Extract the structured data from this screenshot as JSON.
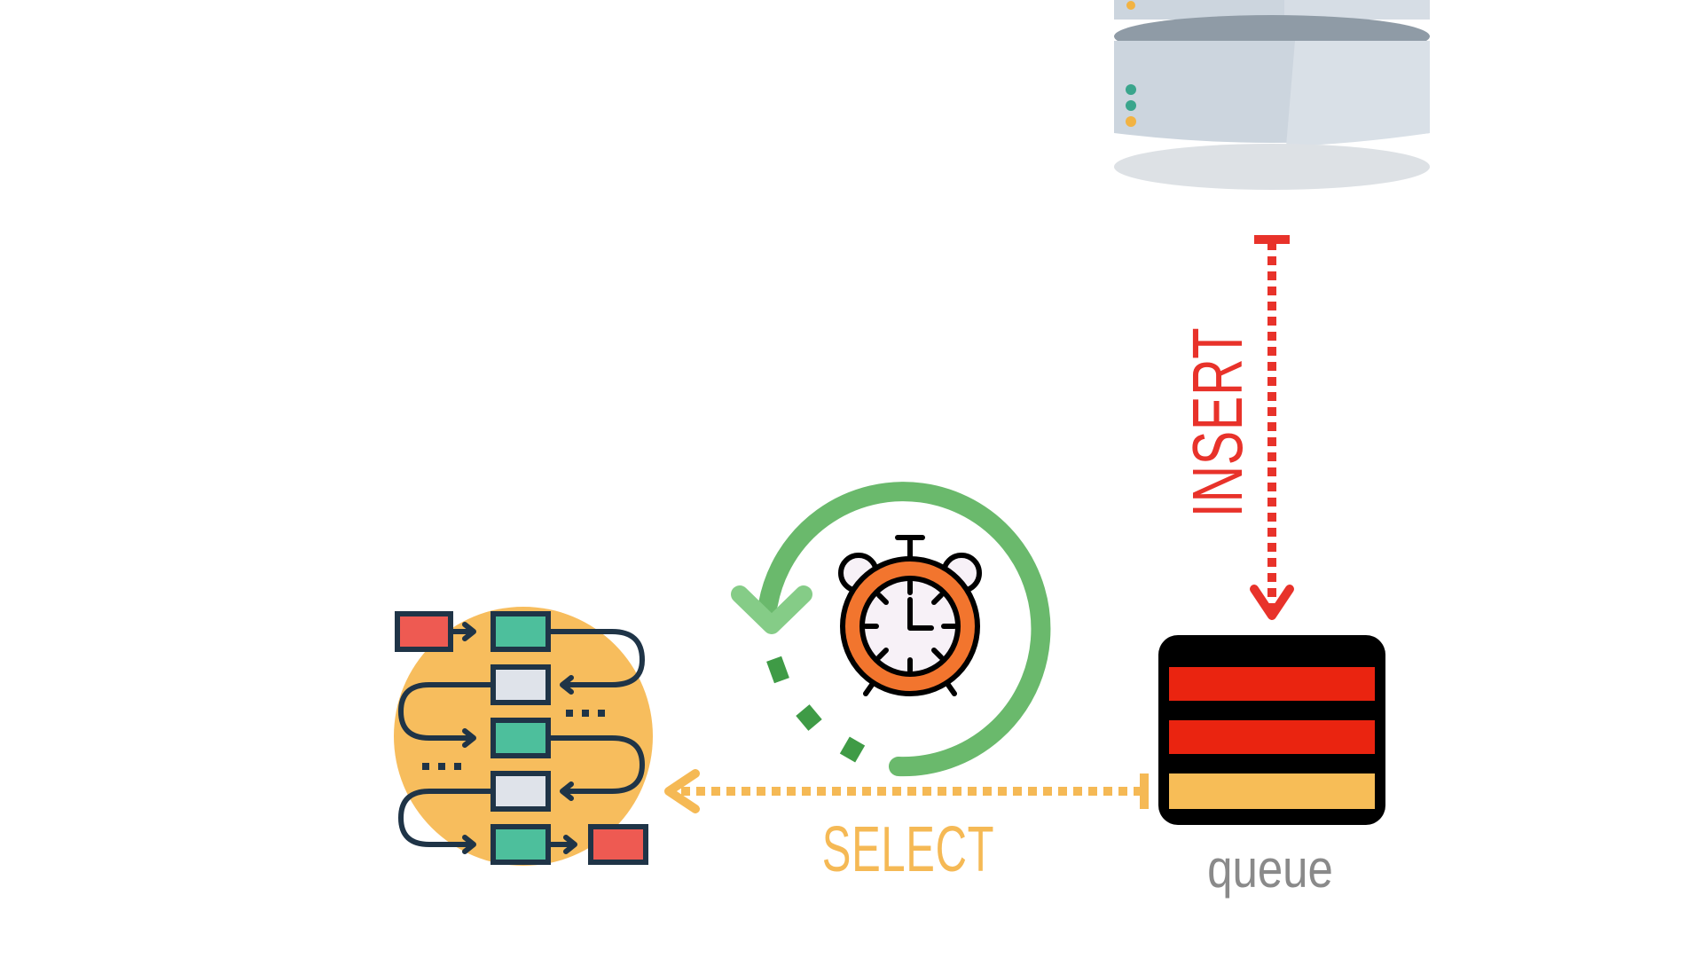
{
  "labels": {
    "insert": "INSERT",
    "select": "SELECT",
    "queue": "queue"
  },
  "icons": {
    "database": "database-icon",
    "queue": "queue-icon",
    "timer": "alarm-clock-icon",
    "cycle": "cycle-arrow-icon",
    "workflow": "workflow-icon"
  },
  "colors": {
    "background": "#ffffff",
    "insert": "#e8322a",
    "select": "#f5b955",
    "queue_label": "#8a8a8a",
    "queue_red": "#ea2410",
    "queue_yellow": "#f7bd57",
    "queue_frame": "#000000",
    "cycle_green": "#6ab96c",
    "clock_orange": "#f2752e",
    "clock_face": "#f7f1f7",
    "workflow_circle": "#f7bd5d",
    "workflow_teal": "#4dbf9c",
    "workflow_red": "#ee5a52",
    "workflow_gray": "#dfe3ea",
    "workflow_navy": "#1f3447",
    "db_light": "#ccd5de",
    "db_dark": "#8f9ba6"
  }
}
